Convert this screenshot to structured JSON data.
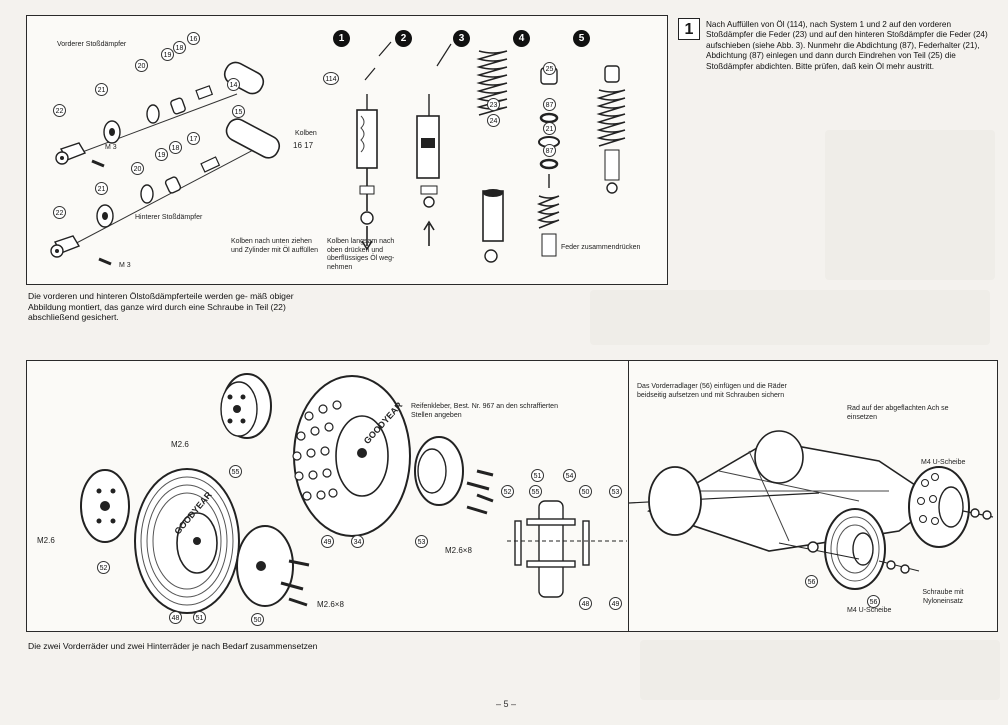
{
  "step": {
    "number": "1",
    "text": "Nach Auffüllen von Öl (114), nach System 1 und 2 auf den vorderen Stoßdämpfer die Feder (23) und auf den hinteren Stoßdämpfer die Feder (24) aufschieben (siehe Abb. 3). Nunmehr die Abdichtung (87), Federhalter (21), Abdichtung (87) einlegen und dann durch Eindrehen von Teil (25) die Stoßdämpfer abdichten. Bitte prüfen, daß kein Öl mehr austritt."
  },
  "top_panel": {
    "front_label": "Vorderer Stoßdämpfer",
    "rear_label": "Hinterer Stoßdämpfer",
    "m3_top": "M 3",
    "m3_bottom": "M 3",
    "kolben_label": "Kolben",
    "kolben_parts": "16 17",
    "oil_part": "114",
    "steps": [
      "1",
      "2",
      "3",
      "4",
      "5"
    ],
    "note_1": "Kolben nach unten ziehen und Zylinder mit Öl auffüllen",
    "note_2": "Kolben langsam nach oben drücken und überflüssiges Öl weg- nehmen",
    "note_feder": "Feder zusammendrücken",
    "parts": {
      "p16": "16",
      "p18": "18",
      "p19": "19",
      "p20": "20",
      "p21": "21",
      "p22": "22",
      "p14": "14",
      "p15": "15",
      "p17": "17",
      "p18b": "18",
      "p19b": "19",
      "p20b": "20",
      "p21b": "21",
      "p22b": "22",
      "p23": "23",
      "p24": "24",
      "p25": "25",
      "p87a": "87",
      "p21c": "21",
      "p87b": "87"
    }
  },
  "top_caption": "Die vorderen und hinteren Ölstoßdämpferteile werden ge- mäß obiger Abbildung montiert, das ganze wird durch eine Schraube in Teil (22) abschließend gesichert.",
  "wheels_panel": {
    "glue_note": "Reifenkleber, Best. Nr. 967 an den schraffierten Stellen angeben",
    "m26_a": "M2.6",
    "m26_b": "M2.6",
    "m26x8_a": "M2.6×8",
    "m26x8_b": "M2.6×8",
    "brand_front": "GOODYEAR",
    "brand_rear": "GOODYEAR",
    "parts": {
      "p55": "55",
      "p49": "49",
      "p34": "34",
      "p53": "53",
      "p52": "52",
      "p48": "48",
      "p51": "51",
      "p50": "50",
      "p51t": "51",
      "p54t": "54",
      "p55t": "55",
      "p50t": "50",
      "p52t": "52",
      "p53t": "53",
      "p48b": "48",
      "p49b": "49"
    }
  },
  "chassis_panel": {
    "note_bearing": "Das Vorderradlager (56) einfügen und die Räder beidseitig aufsetzen und mit Schrauben sichern",
    "note_wheel": "Rad auf der abgeflachten Ach se einsetzen",
    "m4_washer_top": "M4 U-Scheibe",
    "screw_note": "Schraube mit Nyloneinsatz",
    "m4_washer_bottom": "M4 U-Scheibe",
    "part_56a": "56",
    "part_56b": "56"
  },
  "bottom_caption": "Die zwei Vorderräder und zwei Hinterräder je nach Bedarf zusammensetzen",
  "page_number": "– 5 –"
}
